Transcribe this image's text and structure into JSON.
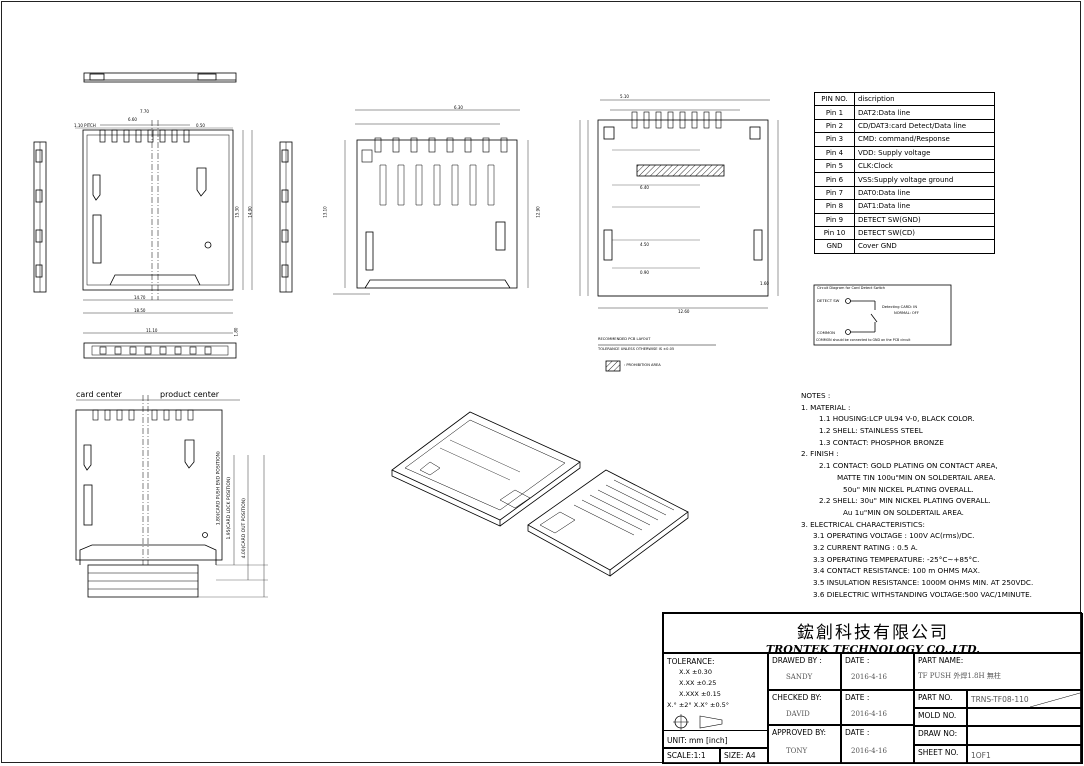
{
  "pin_table": {
    "header": [
      "PIN NO.",
      "discription"
    ],
    "rows": [
      [
        "Pin 1",
        "DAT2:Data line"
      ],
      [
        "Pin 2",
        "CD/DAT3:card Detect/Data line"
      ],
      [
        "Pin 3",
        "CMD: command/Response"
      ],
      [
        "Pin 4",
        "VDD: Supply voltage"
      ],
      [
        "Pin 5",
        "CLK:Clock"
      ],
      [
        "Pin 6",
        "VSS:Supply voltage ground"
      ],
      [
        "Pin 7",
        "DAT0:Data line"
      ],
      [
        "Pin 8",
        "DAT1:Data line"
      ],
      [
        "Pin 9",
        "DETECT SW(GND)"
      ],
      [
        "Pin 10",
        "DETECT SW(CD)"
      ],
      [
        "GND",
        "Cover GND"
      ]
    ]
  },
  "circuit": {
    "title": "Circuit Diagram for Card Detect Switch",
    "detect_label": "DETECT SW",
    "common_label": "COMMON",
    "state_label": "Detecting CARD: IN",
    "state_label2": "NORMAL: OFF",
    "footnote": "COMMON should be connected to GND on the PCB circuit"
  },
  "labels": {
    "card_center": "card center",
    "product_center": "product center",
    "pcb_layout": "RECOMMENDED PCB LAYOUT",
    "tolerance_note": "TOLERANCE UNLESS OTHERWISE IS ±0.05",
    "prohibition": ": PROHIBITION AREA",
    "card_push": "1.80(CARD PUSH END POSITION)",
    "card_lock": "1.95(CARD LOCK POSITION)",
    "card_out": "4.00(CARD OUT POSITION)"
  },
  "dims": {
    "top_view": [
      "1.10 PITCH",
      "7.70",
      "6.60",
      "0.50",
      "14.70",
      "18.50",
      "15.30",
      "14.90",
      "13.10",
      "12.90",
      "6.30"
    ],
    "pcb": [
      "5.10",
      "6.40",
      "4.50",
      "0.90",
      "1.60",
      "12.60"
    ],
    "bottom_view": [
      "11.10",
      "1.80"
    ]
  },
  "notes": [
    "NOTES :",
    "1. MATERIAL :",
    "1.1 HOUSING:LCP UL94 V-0, BLACK COLOR.",
    "1.2 SHELL: STAINLESS STEEL",
    "1.3 CONTACT: PHOSPHOR BRONZE",
    "2. FINISH :",
    "2.1 CONTACT: GOLD PLATING ON CONTACT AREA,",
    "MATTE TIN 100u\"MIN ON SOLDERTAIL AREA.",
    "50u\" MIN NICKEL PLATING OVERALL.",
    "2.2 SHELL: 30u\" MIN NICKEL PLATING OVERALL.",
    "Au 1u\"MIN ON SOLDERTAIL AREA.",
    "3. ELECTRICAL CHARACTERISTICS:",
    "3.1 OPERATING VOLTAGE : 100V AC(rms)/DC.",
    "3.2 CURRENT RATING : 0.5 A.",
    "3.3 OPERATING TEMPERATURE: -25°C~+85°C.",
    "3.4 CONTACT RESISTANCE: 100 m OHMS MAX.",
    "3.5 INSULATION RESISTANCE: 1000M OHMS MIN. AT 250VDC.",
    "3.6 DIELECTRIC WITHSTANDING VOLTAGE:500 VAC/1MINUTE."
  ],
  "title_block": {
    "company_cn": "鋐創科技有限公司",
    "company_en": "TRONTEK TECHNOLOGY CO.,LTD.",
    "tolerance_label": "TOLERANCE:",
    "tol_1": "X.X   ±0.30",
    "tol_2": "X.XX  ±0.25",
    "tol_3": "X.XXX ±0.15",
    "tol_angle": "X.° ±2°     X.X° ±0.5°",
    "unit": "UNIT: mm [inch]",
    "scale": "SCALE:1:1",
    "size": "SIZE: A4",
    "drawed_by_label": "DRAWED BY :",
    "drawed_by": "SANDY",
    "checked_by_label": "CHECKED BY:",
    "checked_by": "DAVID",
    "approved_by_label": "APPROVED BY:",
    "approved_by": "TONY",
    "date_label": "DATE :",
    "date_1": "2016-4-16",
    "date_2": "2016-4-16",
    "date_3": "2016-4-16",
    "part_name_label": "PART NAME:",
    "part_name": "TF PUSH 外焊1.8H 無柱",
    "part_no_label": "PART NO.",
    "part_no": "TRNS-TF08-110",
    "mold_no_label": "MOLD NO.",
    "draw_no_label": "DRAW NO:",
    "sheet_no_label": "SHEET NO.",
    "sheet_no": "1OF1"
  }
}
